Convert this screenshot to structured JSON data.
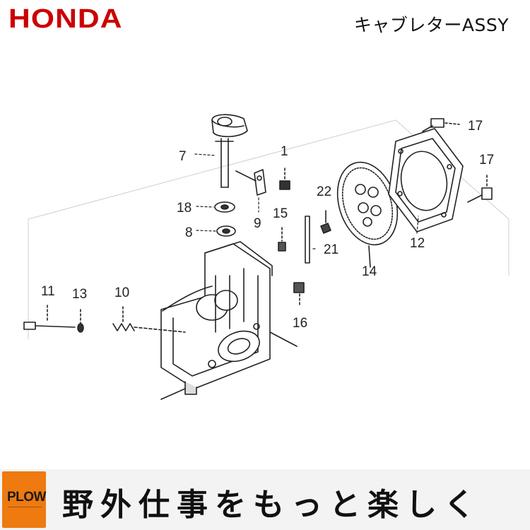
{
  "header": {
    "brand": "HONDA",
    "title": "キャブレターASSY"
  },
  "diagram": {
    "callouts": {
      "p1": "1",
      "p7": "7",
      "p8": "8",
      "p9": "9",
      "p10": "10",
      "p11": "11",
      "p12": "12",
      "p13": "13",
      "p14": "14",
      "p15": "15",
      "p16": "16",
      "p17a": "17",
      "p17b": "17",
      "p18": "18",
      "p21": "21",
      "p22": "22"
    }
  },
  "footer": {
    "logo": "PLOW",
    "tagline": "野外仕事をもっと楽しく",
    "accent_color": "#ee7a10"
  }
}
